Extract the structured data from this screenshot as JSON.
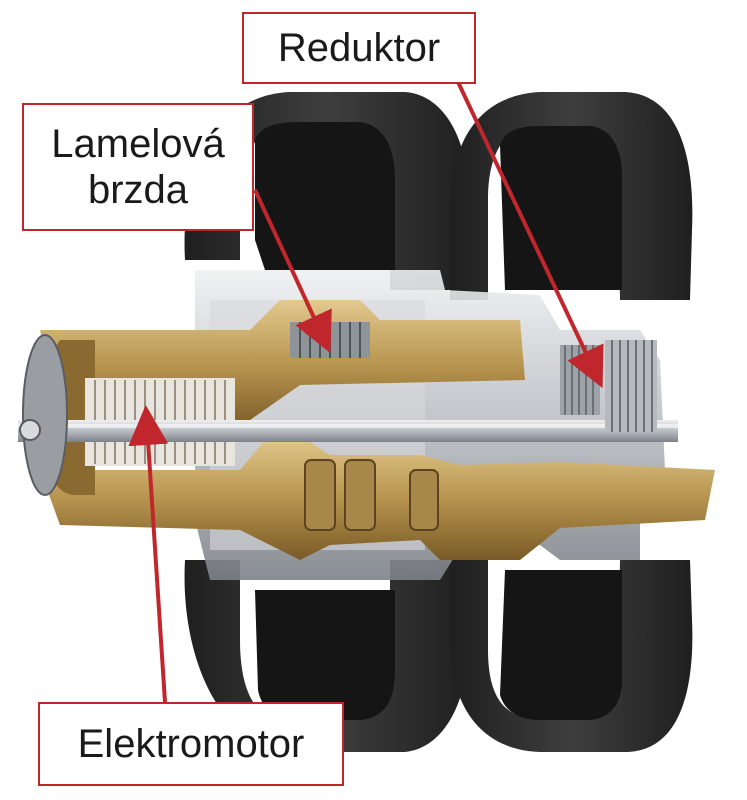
{
  "labels": {
    "reduktor": "Reduktor",
    "brzda_line1": "Lamelová",
    "brzda_line2": "brzda",
    "elektromotor": "Elektromotor"
  },
  "colors": {
    "callout_border": "#c0272d",
    "arrow": "#c0272d",
    "tire": "#2b2b2b",
    "housing_brass": "#b8954f",
    "cutaway_grey": "#c9ccd0",
    "background": "#ffffff"
  }
}
